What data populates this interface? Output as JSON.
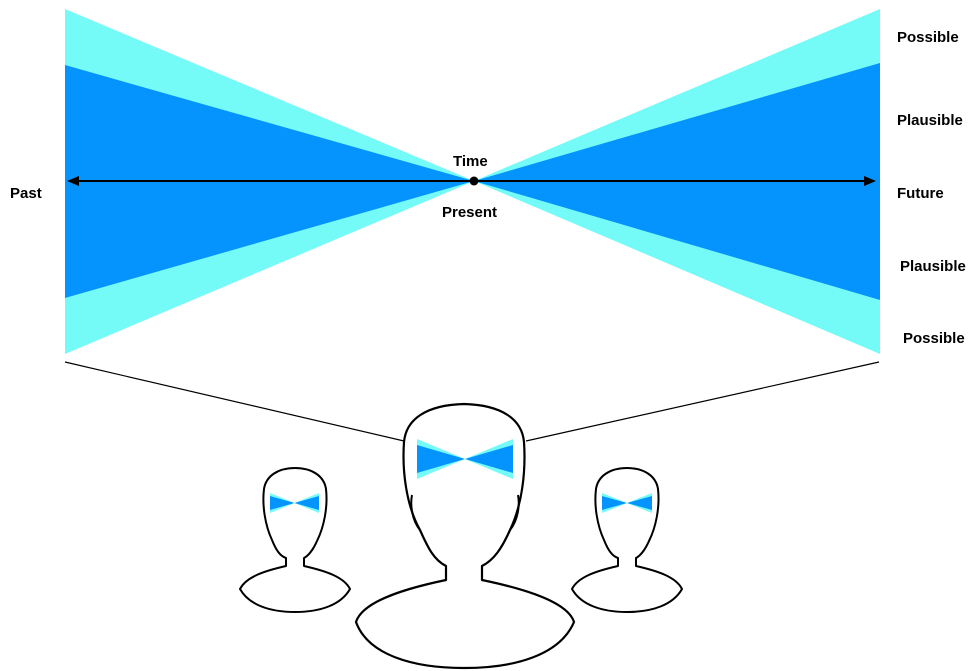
{
  "diagram": {
    "labels": {
      "past": "Past",
      "future": "Future",
      "time": "Time",
      "present": "Present",
      "possible_top": "Possible",
      "plausible_top": "Plausible",
      "plausible_bottom": "Plausible",
      "possible_bottom": "Possible"
    },
    "colors": {
      "possible_cone": "#74fbf7",
      "plausible_cone": "#0593fd",
      "line": "#000000",
      "background": "#ffffff"
    },
    "figures": [
      "left-person",
      "center-person",
      "right-person"
    ]
  }
}
